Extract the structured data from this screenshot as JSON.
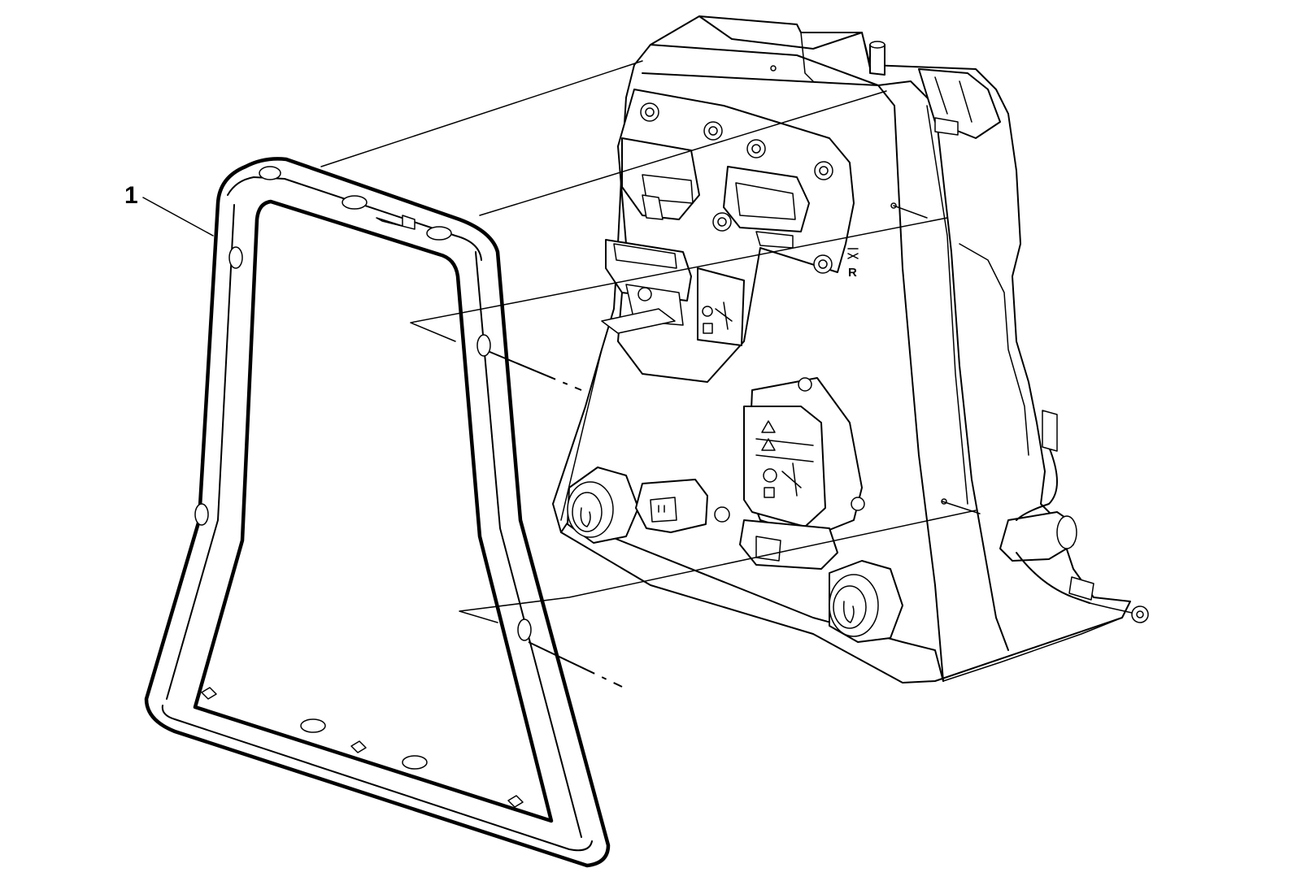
{
  "diagram": {
    "callouts": [
      {
        "id": "callout-1",
        "label": "1"
      }
    ],
    "housing_marks": {
      "r_mark": "R"
    },
    "colors": {
      "line": "#000000",
      "background": "#ffffff"
    }
  }
}
